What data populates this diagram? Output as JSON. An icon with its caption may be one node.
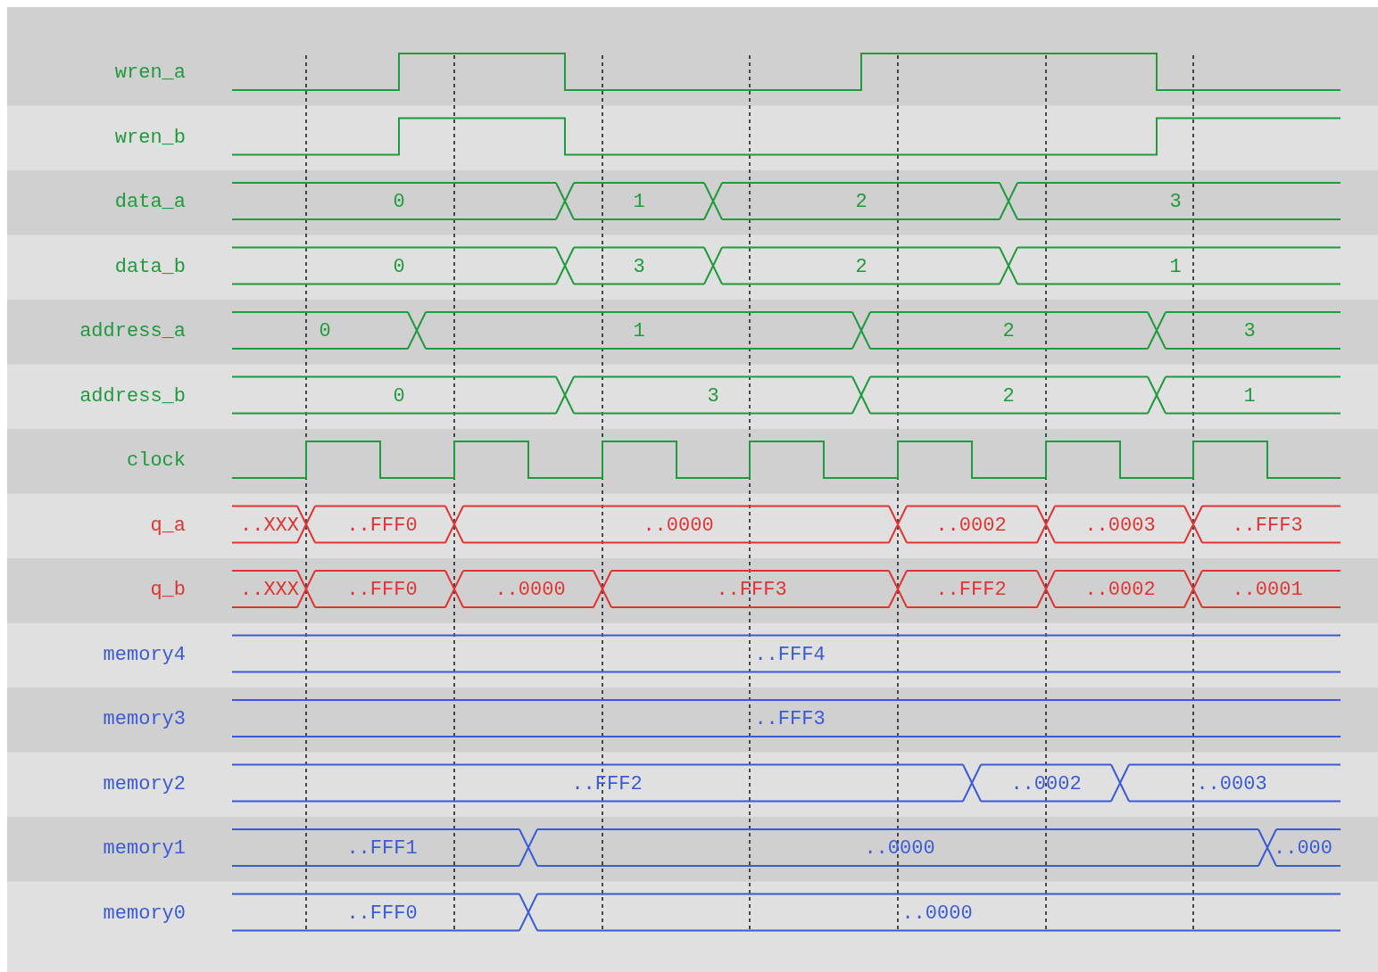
{
  "diagram": {
    "labels": [
      "wren_a",
      "wren_b",
      "data_a",
      "0",
      "1",
      "2",
      "3",
      "data_b",
      "0",
      "3",
      "2",
      "1",
      "address_a",
      "0",
      "1",
      "2",
      "3",
      "address_b",
      "0",
      "3",
      "2",
      "1",
      "clock",
      "q_a",
      "..XXX",
      "..FFF0",
      "..0000",
      "..0002",
      "..0003",
      "..FFF3",
      "q_b",
      "..XXX",
      "..FFF0",
      "..0000",
      "..FFF3",
      "..FFF2",
      "..0002",
      "..0001",
      "memory4",
      "..FFF4",
      "memory3",
      "..FFF3",
      "memory2",
      "..FFF2",
      "..0002",
      "..0003",
      "memory1",
      "..FFF1",
      "..0000",
      "..000",
      "memory0",
      "..FFF0",
      "..0000"
    ]
  }
}
